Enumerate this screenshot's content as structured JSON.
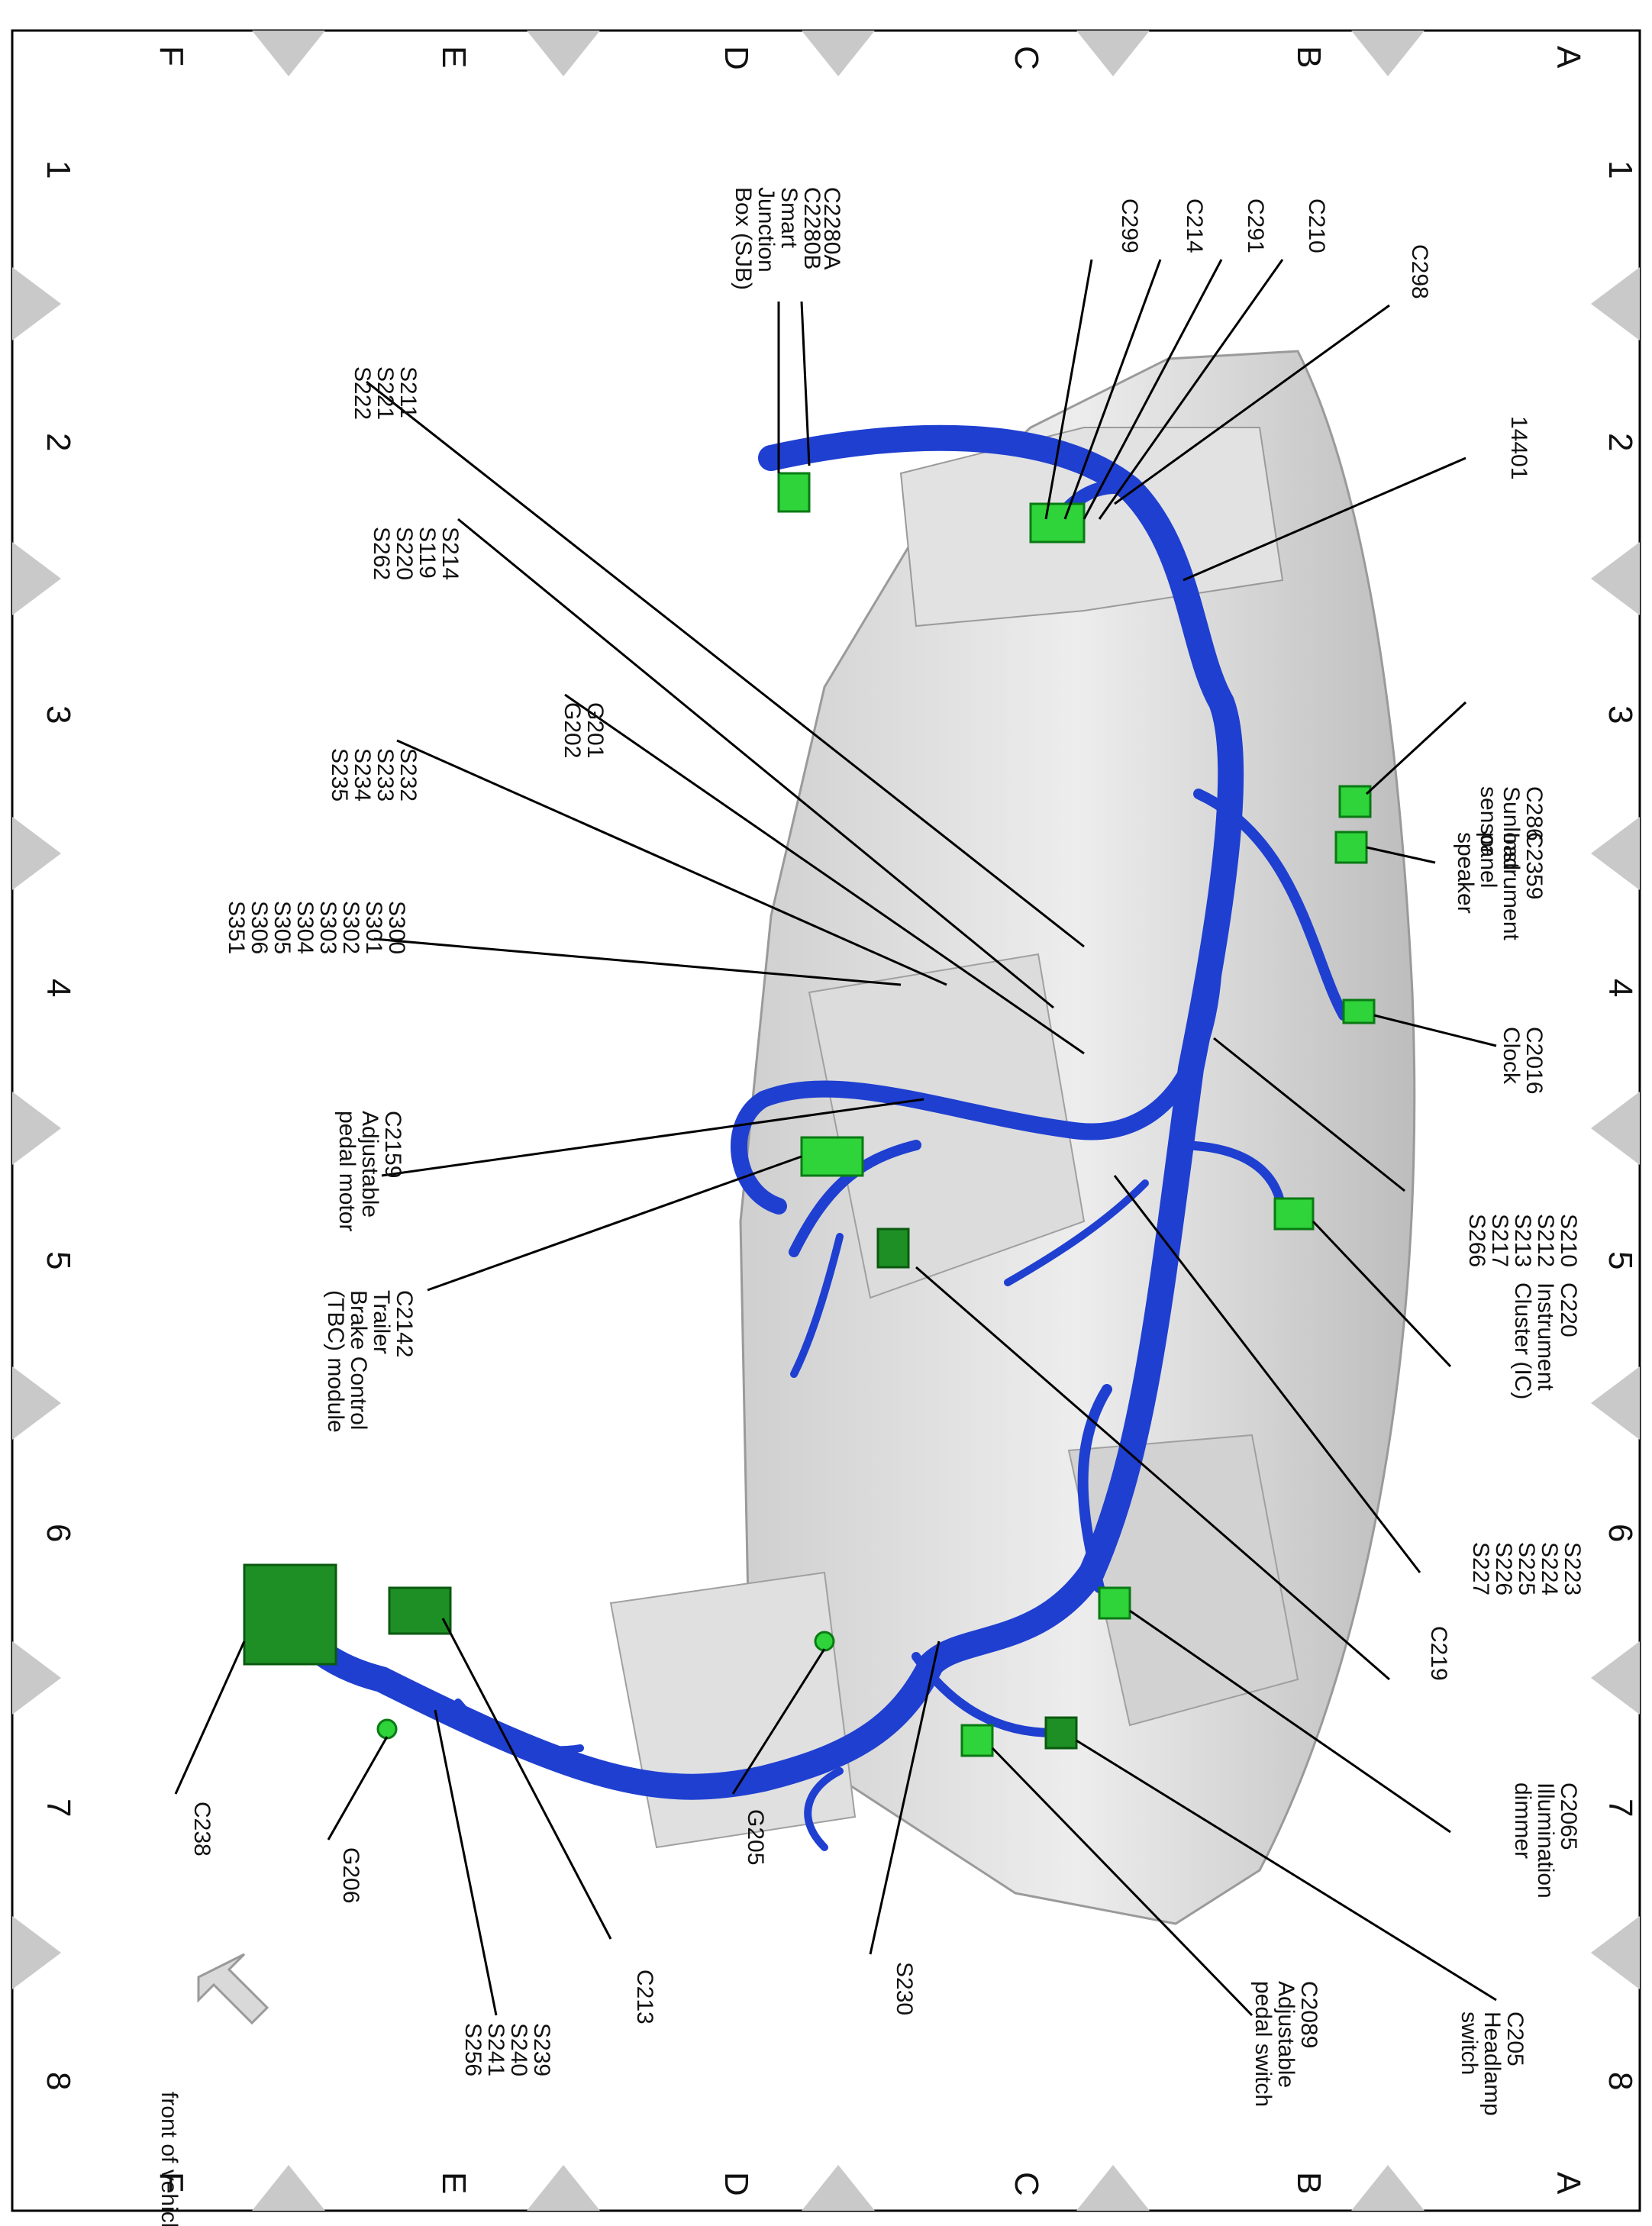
{
  "frame": {
    "row_letters_top": [
      "A",
      "B",
      "C",
      "D",
      "E",
      "F"
    ],
    "row_letters_bottom": [
      "A",
      "B",
      "C",
      "D",
      "E",
      "F"
    ],
    "col_numbers": [
      "1",
      "2",
      "3",
      "4",
      "5",
      "6",
      "7",
      "8"
    ]
  },
  "callouts": [
    {
      "id": "c2280a",
      "lines": [
        "C2280A"
      ]
    },
    {
      "id": "c2280b-sjb",
      "lines": [
        "C2280B",
        "Smart",
        "Junction",
        "Box (SJB)"
      ]
    },
    {
      "id": "c299",
      "lines": [
        "C299"
      ]
    },
    {
      "id": "c214",
      "lines": [
        "C214"
      ]
    },
    {
      "id": "c291",
      "lines": [
        "C291"
      ]
    },
    {
      "id": "c210",
      "lines": [
        "C210"
      ]
    },
    {
      "id": "c298",
      "lines": [
        "C298"
      ]
    },
    {
      "id": "h14401",
      "lines": [
        "14401"
      ]
    },
    {
      "id": "c286",
      "lines": [
        "C286",
        "Sunload",
        "sensor"
      ]
    },
    {
      "id": "c2359",
      "lines": [
        "C2359",
        "Instrument",
        "panel",
        "speaker"
      ]
    },
    {
      "id": "c2016",
      "lines": [
        "C2016",
        "Clock"
      ]
    },
    {
      "id": "s210",
      "lines": [
        "S210",
        "S212",
        "S213",
        "S217",
        "S266"
      ]
    },
    {
      "id": "c220",
      "lines": [
        "C220",
        "Instrument",
        "Cluster (IC)"
      ]
    },
    {
      "id": "s223",
      "lines": [
        "S223",
        "S224",
        "S225",
        "S226",
        "S227"
      ]
    },
    {
      "id": "c219",
      "lines": [
        "C219"
      ]
    },
    {
      "id": "c2065",
      "lines": [
        "C2065",
        "Illumination",
        "dimmer"
      ]
    },
    {
      "id": "c205",
      "lines": [
        "C205",
        "Headlamp",
        "switch"
      ]
    },
    {
      "id": "c2089",
      "lines": [
        "C2089",
        "Adjustable",
        "pedal switch"
      ]
    },
    {
      "id": "s230",
      "lines": [
        "S230"
      ]
    },
    {
      "id": "g205",
      "lines": [
        "G205"
      ]
    },
    {
      "id": "c213",
      "lines": [
        "C213"
      ]
    },
    {
      "id": "s239",
      "lines": [
        "S239",
        "S240",
        "S241",
        "S256"
      ]
    },
    {
      "id": "g206",
      "lines": [
        "G206"
      ]
    },
    {
      "id": "c238",
      "lines": [
        "C238"
      ]
    },
    {
      "id": "c2142",
      "lines": [
        "C2142",
        "Trailer",
        "Brake Control",
        "(TBC) module"
      ]
    },
    {
      "id": "c2159",
      "lines": [
        "C2159",
        "Adjustable",
        "pedal motor"
      ]
    },
    {
      "id": "s300",
      "lines": [
        "S300",
        "S301",
        "S302",
        "S303",
        "S304",
        "S305",
        "S306",
        "S351"
      ]
    },
    {
      "id": "s232",
      "lines": [
        "S232",
        "S233",
        "S234",
        "S235"
      ]
    },
    {
      "id": "g201",
      "lines": [
        "G201",
        "G202"
      ]
    },
    {
      "id": "s214",
      "lines": [
        "S214",
        "S119",
        "S220",
        "S262"
      ]
    },
    {
      "id": "s211",
      "lines": [
        "S211",
        "S221",
        "S222"
      ]
    }
  ],
  "orientation": {
    "label": "front of vehicle"
  },
  "colors": {
    "harness": "#1f3fd0",
    "connector": "#2fd33a",
    "panel": "#d6d6d6",
    "frame_triangle": "#c9c9c9"
  }
}
